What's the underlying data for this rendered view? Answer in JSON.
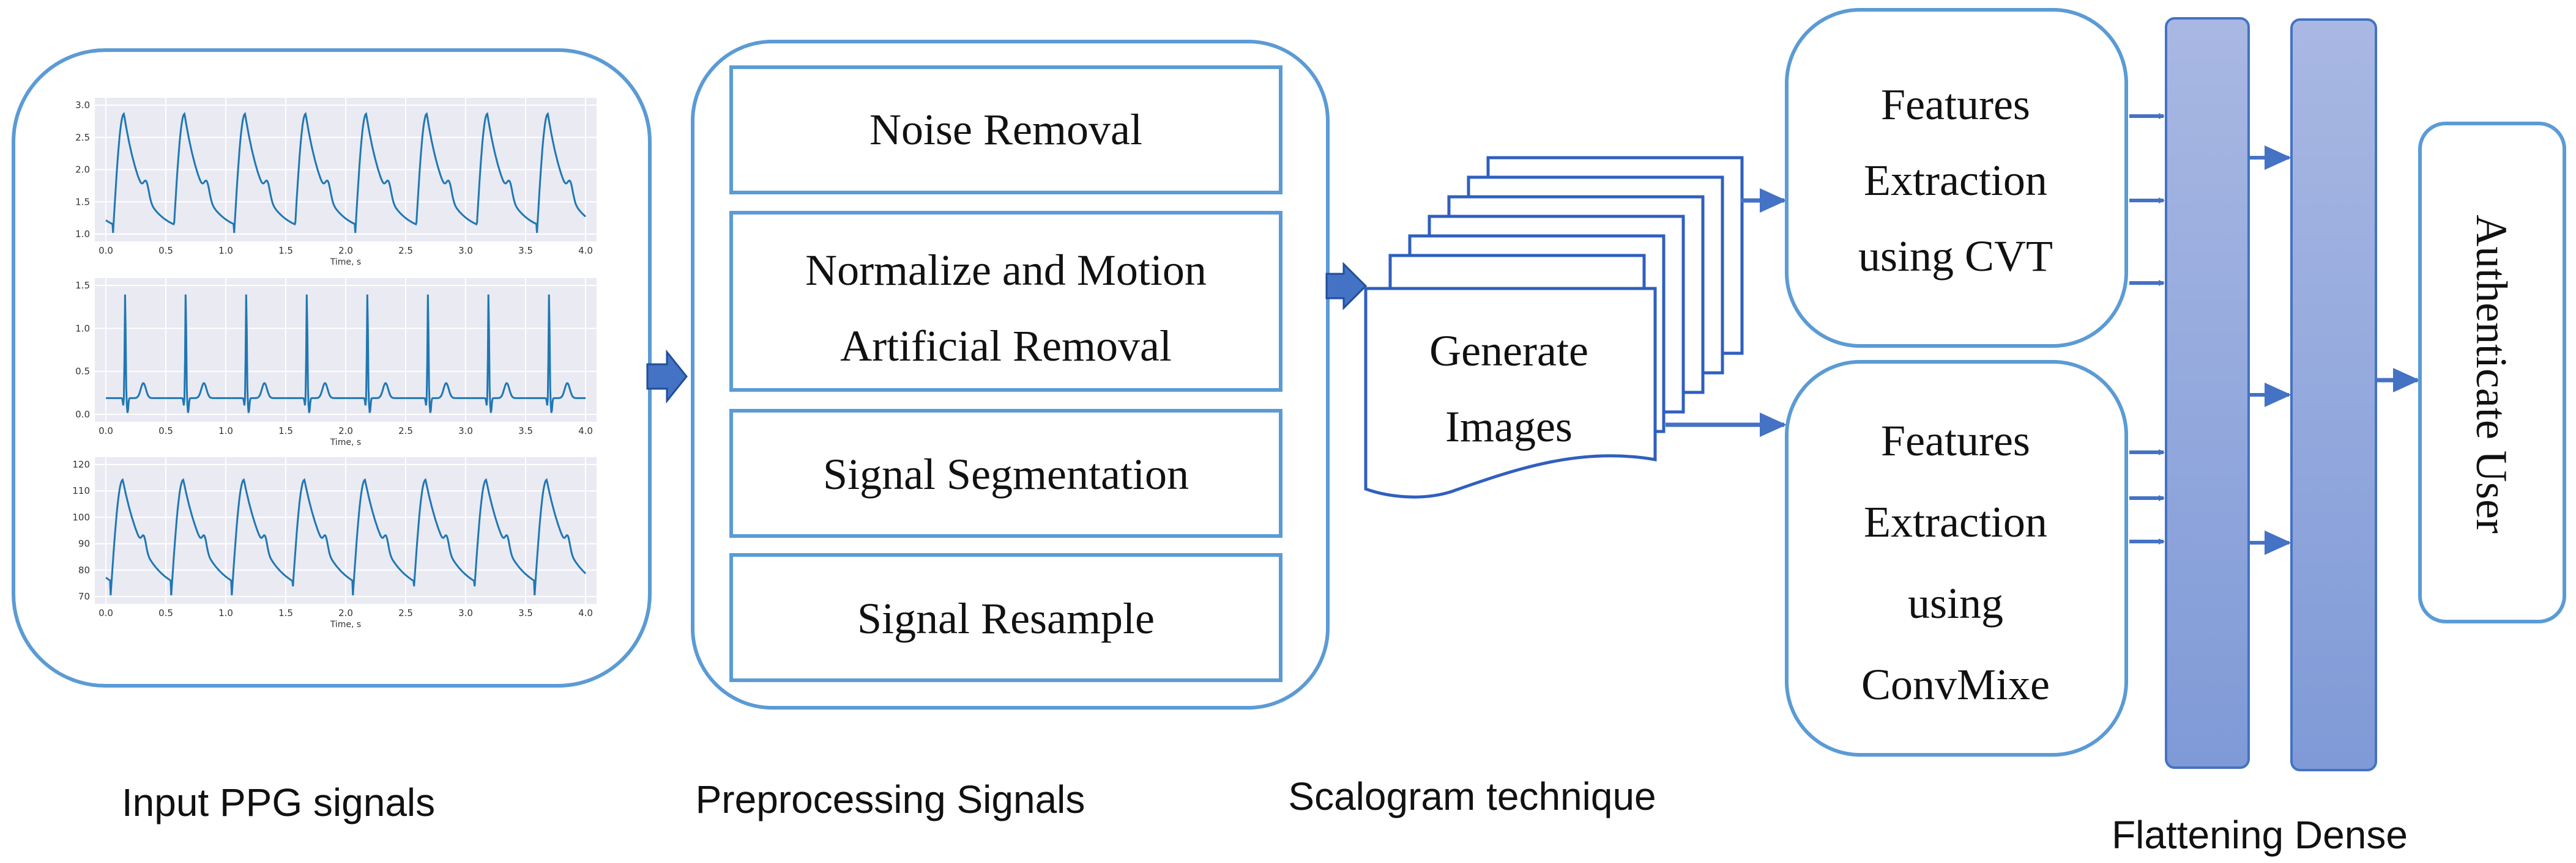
{
  "colors": {
    "box_stroke": "#5B9BD5",
    "arrow": "#4472C4",
    "page_stroke": "#2F5FBF",
    "bar_fill_top": "#A9B8E3",
    "bar_fill_bottom": "#7F9AD7",
    "signal": "#1F77B4",
    "plot_bg": "#EAEAF2"
  },
  "stages": {
    "input": {
      "caption": "Input PPG signals"
    },
    "preprocess": {
      "caption": "Preprocessing Signals",
      "steps": [
        {
          "lines": [
            "Noise Removal"
          ]
        },
        {
          "lines": [
            "Normalize and Motion",
            "Artificial Removal"
          ]
        },
        {
          "lines": [
            "Signal Segmentation"
          ]
        },
        {
          "lines": [
            "Signal Resample"
          ]
        }
      ]
    },
    "scalogram": {
      "caption": "Scalogram technique",
      "lines": [
        "Generate",
        "Images"
      ]
    },
    "features_cvt": {
      "lines": [
        "Features",
        "Extraction",
        "using CVT"
      ]
    },
    "features_convmixer": {
      "lines": [
        "Features",
        "Extraction",
        "using",
        "ConvMixe"
      ]
    },
    "dense": {
      "caption": "Flattening Dense"
    },
    "authenticate": {
      "label": "Authenticate User"
    }
  },
  "plots": [
    {
      "yticks": [
        "3.0",
        "2.5",
        "2.0",
        "1.5",
        "1.0"
      ],
      "xticks": [
        "0.0",
        "0.5",
        "1.0",
        "1.5",
        "2.0",
        "2.5",
        "3.0",
        "3.5",
        "4.0"
      ],
      "xlabel": "Time, s"
    },
    {
      "yticks": [
        "1.5",
        "1.0",
        "0.5",
        "0.0"
      ],
      "xticks": [
        "0.0",
        "0.5",
        "1.0",
        "1.5",
        "2.0",
        "2.5",
        "3.0",
        "3.5",
        "4.0"
      ],
      "xlabel": "Time, s"
    },
    {
      "yticks": [
        "120",
        "110",
        "100",
        "90",
        "80",
        "70"
      ],
      "xticks": [
        "0.0",
        "0.5",
        "1.0",
        "1.5",
        "2.0",
        "2.5",
        "3.0",
        "3.5",
        "4.0"
      ],
      "xlabel": "Time, s"
    }
  ]
}
